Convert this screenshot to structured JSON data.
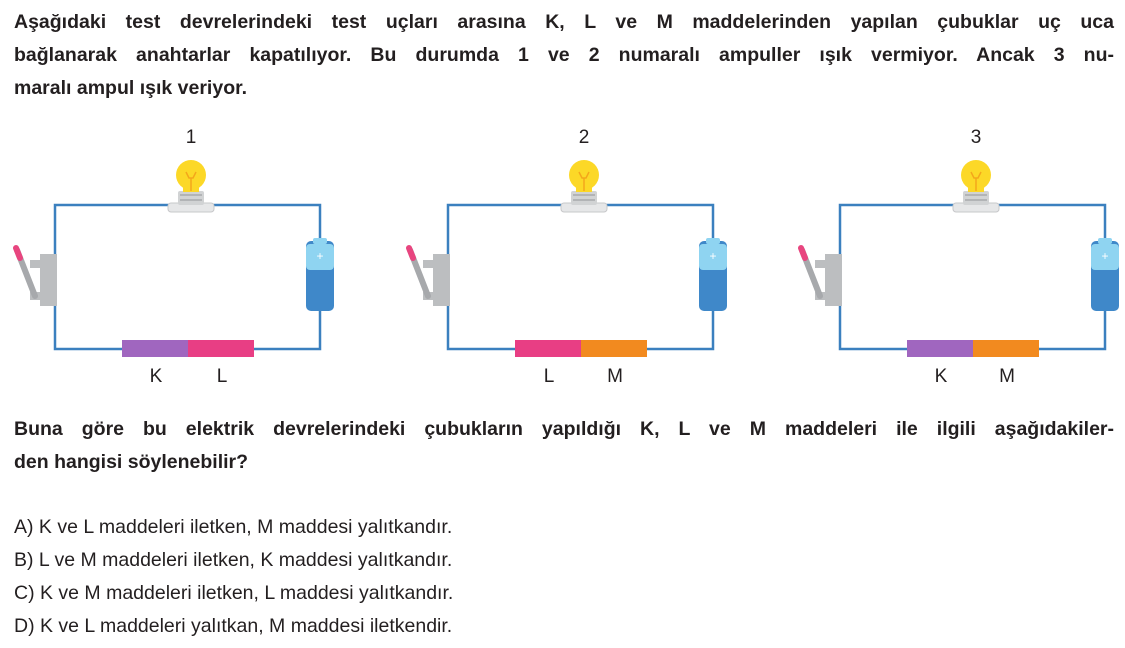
{
  "question": {
    "line1": "Aşağıdaki test devrelerindeki test uçları arasına K, L ve M maddelerinden yapılan çubuklar uç uca",
    "line2": "bağlanarak anahtarlar kapatılıyor. Bu durumda 1 ve 2 numaralı ampuller ışık vermiyor. Ancak 3 nu-",
    "line3": "maralı ampul ışık veriyor."
  },
  "circuits": [
    {
      "number": "1",
      "rods": [
        {
          "label": "K",
          "color": "#a066bf"
        },
        {
          "label": "L",
          "color": "#e83e84"
        }
      ]
    },
    {
      "number": "2",
      "rods": [
        {
          "label": "L",
          "color": "#e83e84"
        },
        {
          "label": "M",
          "color": "#f28a1f"
        }
      ]
    },
    {
      "number": "3",
      "rods": [
        {
          "label": "K",
          "color": "#a066bf"
        },
        {
          "label": "M",
          "color": "#f28a1f"
        }
      ]
    }
  ],
  "battery_symbol": "+",
  "prompt": {
    "line1": "Buna göre bu elektrik devrelerindeki çubukların yapıldığı K, L ve M maddeleri ile ilgili aşağıdakiler-",
    "line2": "den hangisi söylenebilir?"
  },
  "options": [
    {
      "letter": "A)",
      "text": "K ve L maddeleri iletken, M maddesi yalıtkandır."
    },
    {
      "letter": "B)",
      "text": "L ve M maddeleri iletken, K maddesi yalıtkandır."
    },
    {
      "letter": "C)",
      "text": "K ve M maddeleri iletken, L maddesi yalıtkandır."
    },
    {
      "letter": "D)",
      "text": "K ve L maddeleri yalıtkan, M maddesi iletkendir."
    }
  ],
  "colors": {
    "wire": "#3b80bf",
    "bulb": "#fcd827",
    "battery_top": "#8fd4f1",
    "battery_body": "#3f88c9",
    "switch": "#a7a9ac",
    "switch_tip": "#e8457f"
  }
}
